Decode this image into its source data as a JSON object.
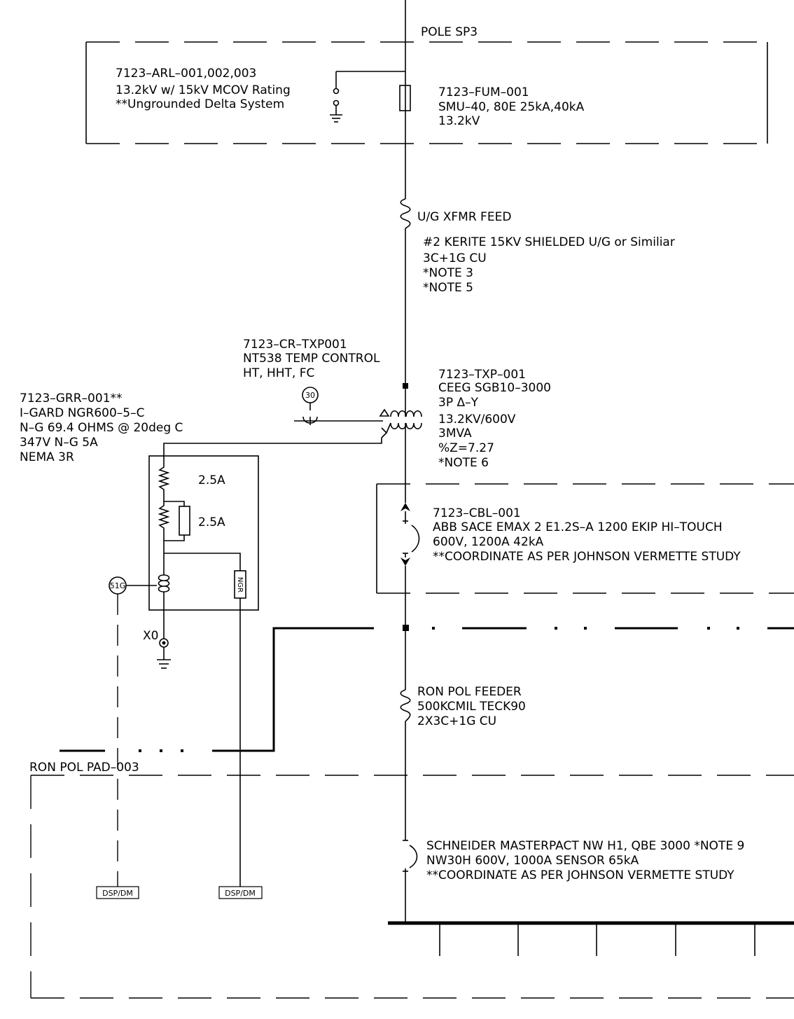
{
  "pole": {
    "label": "POLE SP3",
    "arrester": [
      "7123–ARL–001,002,003",
      "13.2kV w/ 15kV MCOV Rating",
      "**Ungrounded Delta System"
    ],
    "fuse": [
      "7123–FUM–001",
      "SMU–40, 80E 25kA,40kA",
      "13.2kV"
    ]
  },
  "feed_cable": {
    "title": "U/G XFMR FEED",
    "lines": [
      "#2 KERITE 15KV SHIELDED U/G or Similiar",
      "3C+1G CU",
      "*NOTE 3",
      "*NOTE 5"
    ]
  },
  "temp_control": {
    "lines": [
      "7123–CR–TXP001",
      "NT538 TEMP CONTROL",
      "HT, HHT, FC"
    ],
    "device": "30"
  },
  "transformer": {
    "lines": [
      "7123–TXP–001",
      "CEEG SGB10–3000",
      "3P Δ–Y",
      "13.2KV/600V",
      "3MVA",
      "%Z=7.27",
      "*NOTE 6"
    ]
  },
  "ngr": {
    "lines": [
      "7123–GRR–001**",
      "I–GARD NGR600–5–C",
      "N–G 69.4 OHMS @ 20deg C",
      "347V N–G 5A",
      "NEMA 3R"
    ],
    "r1": "2.5A",
    "r2": "2.5A",
    "relay": "51G",
    "box": "NGR",
    "x0": "X0"
  },
  "main_breaker": {
    "lines": [
      "7123–CBL–001",
      "ABB SACE EMAX 2 E1.2S–A 1200 EKIP HI–TOUCH",
      "600V, 1200A 42kA",
      "**COORDINATE AS PER JOHNSON VERMETTE STUDY"
    ]
  },
  "feeder": {
    "lines": [
      "RON POL FEEDER",
      "500KCMIL TECK90",
      "2X3C+1G CU"
    ]
  },
  "pad": {
    "label": "RON POL PAD–003",
    "dsp1": "DSP/DM",
    "dsp2": "DSP/DM"
  },
  "feeder_breaker": {
    "lines": [
      "SCHNEIDER MASTERPACT NW H1, QBE 3000 *NOTE 9",
      "NW30H 600V, 1000A SENSOR 65kA",
      "**COORDINATE AS PER JOHNSON VERMETTE STUDY"
    ]
  }
}
